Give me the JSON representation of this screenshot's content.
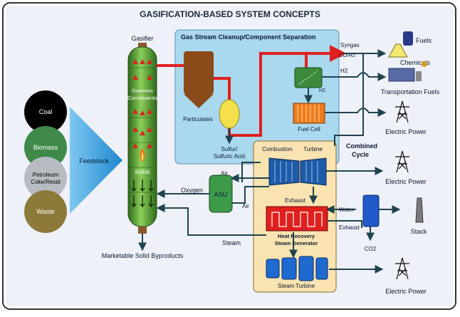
{
  "title": "GASIFICATION-BASED SYSTEM CONCEPTS",
  "feedstocks": [
    "Coal",
    "Biomass",
    "Petroleum",
    "Coke/Resid",
    "Waste"
  ],
  "labels": {
    "feedstock": "Feedstock",
    "gasifier": "Gasifier",
    "gaseous_1": "Gaseous",
    "gaseous_2": "Constituents",
    "solids": "Solids",
    "marketable": "Marketable Solid Byproducts",
    "cleanup_title": "Gas Stream Cleanup/Component Separation",
    "particulates": "Particulates",
    "sulfur_1": "Sulfur/",
    "sulfur_2": "Sulfuric Acid",
    "syngas": "Syngas",
    "co_h2": "CO/H2",
    "h2_out": "H2",
    "h2_inner": "H2",
    "fuels": "Fuels",
    "chemicals": "Chemicals",
    "transport": "Transportation Fuels",
    "fuel_cell": "Fuel Cell",
    "electric_1": "Electric Power",
    "electric_2": "Electric Power",
    "electric_3": "Electric Power",
    "combustion": "Combustion",
    "turbine": "Turbine",
    "combined_1": "Combined",
    "combined_2": "Cycle",
    "air_1": "Air",
    "air_2": "Air",
    "oxygen": "Oxygen",
    "asu": "ASU",
    "exhaust_1": "Exhaust",
    "exhaust_2": "Exhaust",
    "water": "Water",
    "hrsg_1": "Heat Recovery",
    "hrsg_2": "Steam Generator",
    "co2": "CO2",
    "stack": "Stack",
    "steam": "Steam",
    "steam_turbine": "Steam Turbine"
  },
  "colors": {
    "panel_bg": "#eef1f8",
    "cleanup_bg": "#aad8ee",
    "cc_bg": "#f9e3b0",
    "gasifier": "#4f9a2f",
    "pipe": "#1f4450",
    "syngas_pipe": "#e0201e",
    "coal": "#000000",
    "biomass": "#3f8a48",
    "petroleum": "#b7bcc3",
    "waste": "#8c7a3a",
    "feedstock_arrow": "#3ba7e2"
  }
}
